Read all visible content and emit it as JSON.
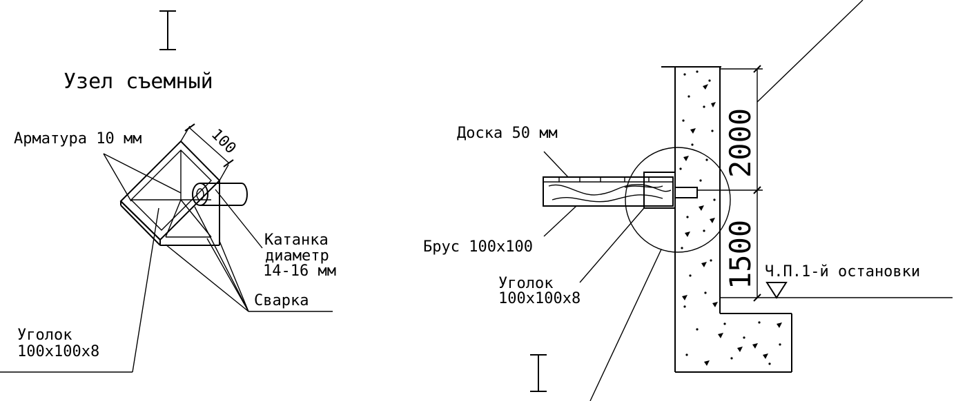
{
  "left_node": {
    "marker": "I",
    "title": "Узел съемный",
    "dimension": "100",
    "labels": {
      "rebar": "Арматура 10 мм",
      "rod_line1": "Катанка",
      "rod_line2": "диаметр",
      "rod_line3": "14-16 мм",
      "weld": "Сварка",
      "angle_line1": "Уголок",
      "angle_line2": "100х100х8"
    }
  },
  "right_section": {
    "marker": "I",
    "labels": {
      "plank": "Доска 50 мм",
      "beam": "Брус 100х100",
      "angle_line1": "Уголок",
      "angle_line2": "100х100х8",
      "stop_level": "Ч.П.1-й остановки"
    },
    "dimensions": {
      "upper": "2000",
      "lower": "1500"
    }
  }
}
